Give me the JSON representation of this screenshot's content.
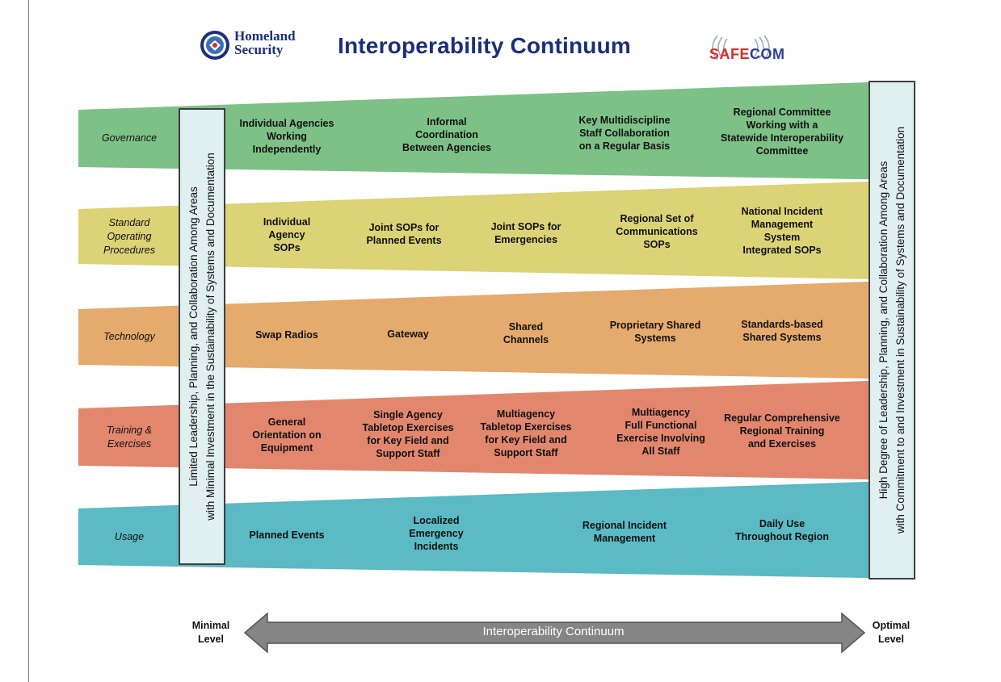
{
  "header": {
    "title": "Interoperability Continuum",
    "dhs_logo_text": [
      "Homeland",
      "Security"
    ],
    "safecom_logo": {
      "part1": "SAFE",
      "part2": "COM"
    }
  },
  "colors": {
    "governance": "#7dc187",
    "sop": "#dcd276",
    "technology": "#e5aa6d",
    "training": "#e2876e",
    "usage": "#5bbac3",
    "box_fill": "#e0efef",
    "arrow": "#858585",
    "title_blue": "#1b2f7a"
  },
  "left_box_text": [
    "Limited Leadership, Planning, and Collaboration Among Areas",
    "with Minimal Investment in the Sustainability of Systems and Documentation"
  ],
  "right_box_text": [
    "High Degree of Leadership, Planning, and Collaboration Among Areas",
    "with Commitment to and Investment in Sustainability of Systems and Documentation"
  ],
  "rows": [
    {
      "label": [
        "Governance"
      ],
      "cells": [
        [
          "Individual Agencies",
          "Working",
          "Independently"
        ],
        [
          "Informal",
          "Coordination",
          "Between Agencies"
        ],
        [
          "Key Multidiscipline",
          "Staff Collaboration",
          "on a Regular Basis"
        ],
        [
          "Regional Committee",
          "Working with a",
          "Statewide Interoperability",
          "Committee"
        ]
      ]
    },
    {
      "label": [
        "Standard",
        "Operating",
        "Procedures"
      ],
      "cells": [
        [
          "Individual",
          "Agency",
          "SOPs"
        ],
        [
          "Joint SOPs for",
          "Planned Events"
        ],
        [
          "Joint SOPs for",
          "Emergencies"
        ],
        [
          "Regional Set of",
          "Communications",
          "SOPs"
        ],
        [
          "National Incident",
          "Management",
          "System",
          "Integrated SOPs"
        ]
      ]
    },
    {
      "label": [
        "Technology"
      ],
      "cells": [
        [
          "Swap Radios"
        ],
        [
          "Gateway"
        ],
        [
          "Shared",
          "Channels"
        ],
        [
          "Proprietary Shared",
          "Systems"
        ],
        [
          "Standards-based",
          "Shared Systems"
        ]
      ]
    },
    {
      "label": [
        "Training &",
        "Exercises"
      ],
      "cells": [
        [
          "General",
          "Orientation on",
          "Equipment"
        ],
        [
          "Single Agency",
          "Tabletop Exercises",
          "for Key Field and",
          "Support Staff"
        ],
        [
          "Multiagency",
          "Tabletop Exercises",
          "for Key Field and",
          "Support Staff"
        ],
        [
          "Multiagency",
          "Full Functional",
          "Exercise Involving",
          "All Staff"
        ],
        [
          "Regular Comprehensive",
          "Regional Training",
          "and Exercises"
        ]
      ]
    },
    {
      "label": [
        "Usage"
      ],
      "cells": [
        [
          "Planned Events"
        ],
        [
          "Localized",
          "Emergency",
          "Incidents"
        ],
        [
          "Regional Incident",
          "Management"
        ],
        [
          "Daily Use",
          "Throughout Region"
        ]
      ]
    }
  ],
  "scale": {
    "left_label": [
      "Minimal",
      "Level"
    ],
    "right_label": [
      "Optimal",
      "Level"
    ],
    "arrow_label": "Interoperability Continuum"
  }
}
